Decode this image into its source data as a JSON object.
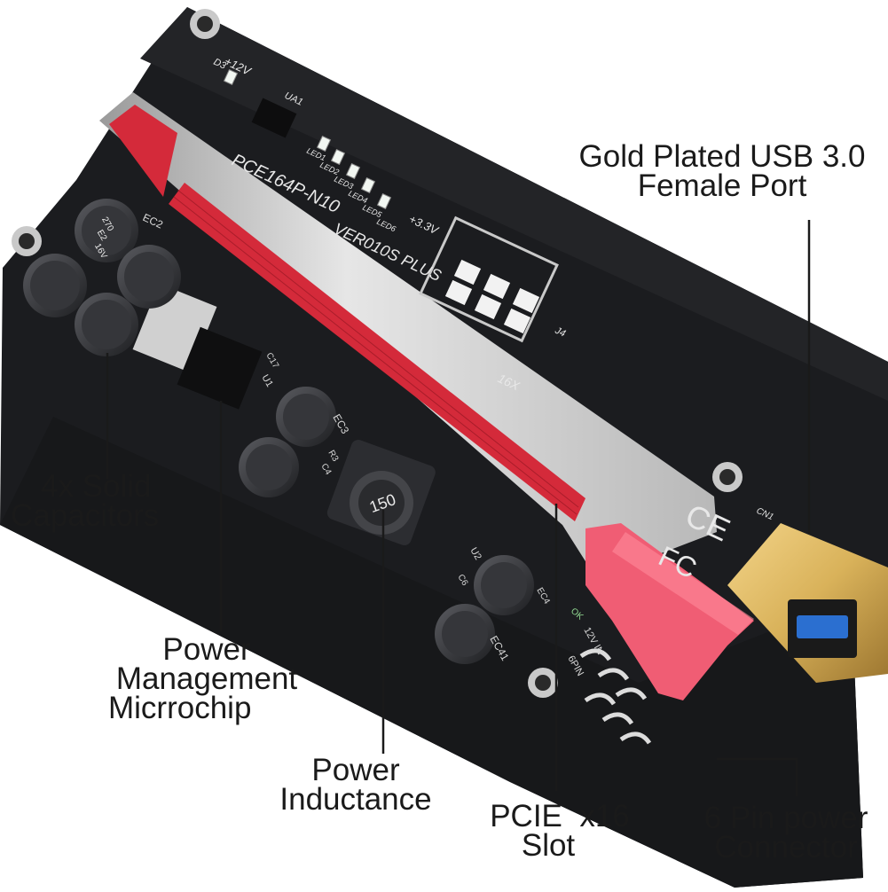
{
  "image": {
    "subject": "pcie-riser-card-photo",
    "colors": {
      "pcb": "#1b1c1f",
      "slot_red": "#d42a3a",
      "slot_frame": "#c4c4c4",
      "usb_gold": "#d9b25a",
      "usb_blue": "#2b6fd0",
      "cable_pink": "#f05d74",
      "capacitor": "#3a3b3f",
      "led_white": "#f2f7f2",
      "callout_line": "#1a1a1a",
      "text": "#1a1a1a"
    }
  },
  "board_text": {
    "model": "PCE164P-N10",
    "version": "VER010S PLUS",
    "rail_12v": "+12V",
    "rail_33v": "+3.3V",
    "chip_ua1": "UA1",
    "led_d3": "D3",
    "led_1": "LED1",
    "led_2": "LED2",
    "led_3": "LED3",
    "led_4": "LED4",
    "led_5": "LED5",
    "led_6": "LED6",
    "slot_16x": "16X",
    "j4": "J4",
    "cn1": "CN1",
    "inductor_value": "150",
    "ec2": "EC2",
    "ec3": "EC3",
    "ec41": "EC41",
    "u1": "U1",
    "u2": "U2",
    "c17": "C17",
    "c4": "C4",
    "r3": "R3",
    "c6": "C6",
    "cap_value": "270",
    "cap_code": "E2",
    "cap_voltage": "16V",
    "ce_mark": "CE",
    "fcc_mark": "FC",
    "pin6": "6PIN",
    "in12v": "12V IN",
    "ok": "OK",
    "ec4": "EC4"
  },
  "callouts": {
    "usb": [
      "Gold Plated USB 3.0",
      "Female Port"
    ],
    "caps": [
      "4x Solid",
      "Capacitors"
    ],
    "pmic": [
      "Power",
      "Management",
      "Micrrochip"
    ],
    "inductor": [
      "Power",
      "Inductance"
    ],
    "slot": [
      "PCIE  x16",
      "Slot"
    ],
    "sixpin": [
      "6 Pin power",
      "Connector"
    ]
  }
}
